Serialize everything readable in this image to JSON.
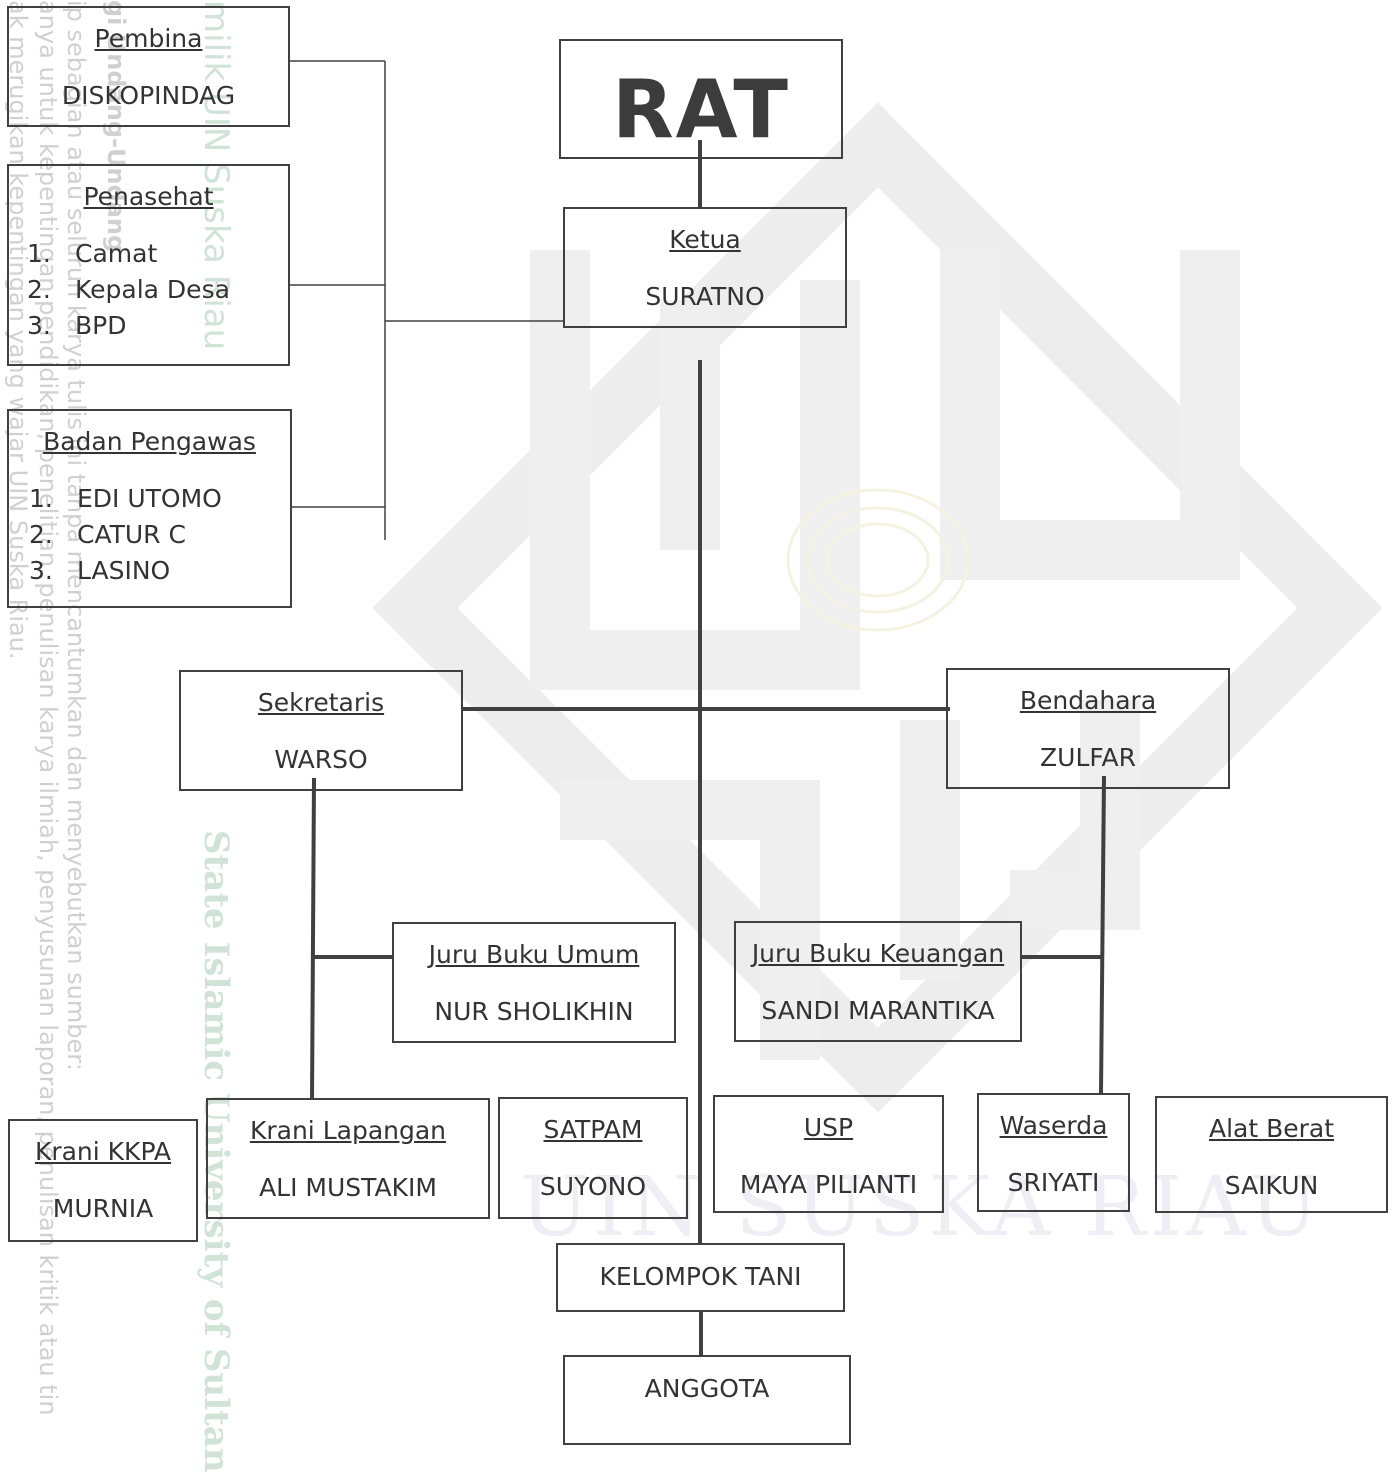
{
  "watermark": {
    "col1": "ak merugikan kepentingan yang wajar UIN Suska Riau.",
    "col2": "anya untuk kepentingan pendidikan, penelitian, penulisan karya ilmiah, penyusunan laporan, penulisan kritik atau tin",
    "col3": "ip sebagian atau seluruh karya tulis ini tanpa mencantumkan dan menyebutkan sumber:",
    "col4": "gi Undang-Undang",
    "col5": "milik UIN Suska Riau",
    "col6": "State Islamic University of Sultan",
    "bottom": "UIN SUSKA RIAU"
  },
  "rat": "RAT",
  "ketua": {
    "role": "Ketua",
    "name": "SURATNO"
  },
  "pembina": {
    "role": "Pembina",
    "name": "DISKOPINDAG"
  },
  "penasehat": {
    "role": "Penasehat",
    "items": [
      {
        "num": "1.",
        "text": "Camat"
      },
      {
        "num": "2.",
        "text": "Kepala Desa"
      },
      {
        "num": "3.",
        "text": "BPD"
      }
    ]
  },
  "pengawas": {
    "role": "Badan Pengawas",
    "items": [
      {
        "num": "1.",
        "text": "EDI UTOMO"
      },
      {
        "num": "2.",
        "text": "CATUR C"
      },
      {
        "num": "3.",
        "text": "LASINO"
      }
    ]
  },
  "sekretaris": {
    "role": "Sekretaris",
    "name": "WARSO"
  },
  "bendahara": {
    "role": "Bendahara",
    "name": "ZULFAR"
  },
  "juru_umum": {
    "role": "Juru Buku Umum",
    "name": "NUR SHOLIKHIN"
  },
  "juru_keuangan": {
    "role": "Juru Buku Keuangan",
    "name": "SANDI MARANTIKA"
  },
  "krani_kkpa": {
    "role": "Krani KKPA",
    "name": "MURNIA"
  },
  "krani_lapangan": {
    "role": "Krani Lapangan",
    "name": "ALI MUSTAKIM"
  },
  "satpam": {
    "role": "SATPAM",
    "name": "SUYONO"
  },
  "usp": {
    "role": "USP",
    "name": "MAYA PILIANTI"
  },
  "waserda": {
    "role": "Waserda",
    "name": "SRIYATI"
  },
  "alat_berat": {
    "role": "Alat Berat",
    "name": "SAIKUN"
  },
  "kelompok_tani": "KELOMPOK TANI",
  "anggota": "ANGGOTA"
}
